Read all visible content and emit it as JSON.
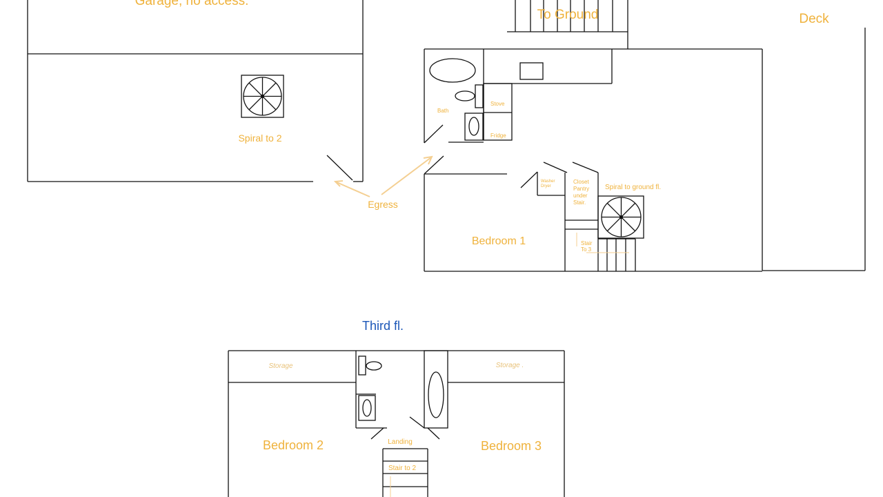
{
  "labels": {
    "garage": "Garage, no access.",
    "to_ground": "To Ground",
    "deck": "Deck",
    "spiral_to_2": "Spiral to 2",
    "egress": "Egress",
    "bath": "Bath",
    "stove": "Stove",
    "fridge": "Fridge",
    "washer": "Washer",
    "dryer": "Dryer",
    "closet_1": "Closet",
    "closet_2": "Pantry",
    "closet_3": "under",
    "closet_4": "Stair.",
    "spiral_ground": "Spiral to ground fl.",
    "stair_to_3_a": "Stair",
    "stair_to_3_b": "To 3",
    "bedroom_1": "Bedroom 1",
    "third_fl": "Third fl.",
    "storage_left": "Storage",
    "storage_right": "Storage .",
    "bedroom_2": "Bedroom 2",
    "bedroom_3": "Bedroom 3",
    "landing": "Landing",
    "stair_to_2": "Stair to 2"
  },
  "colors": {
    "label": "#efb23c",
    "floor_title": "#1c57b8",
    "wall": "#111111",
    "arrow": "#f4cf92"
  },
  "icons": [
    "spiral-stair-icon",
    "bathtub-icon",
    "toilet-icon",
    "sink-icon"
  ]
}
